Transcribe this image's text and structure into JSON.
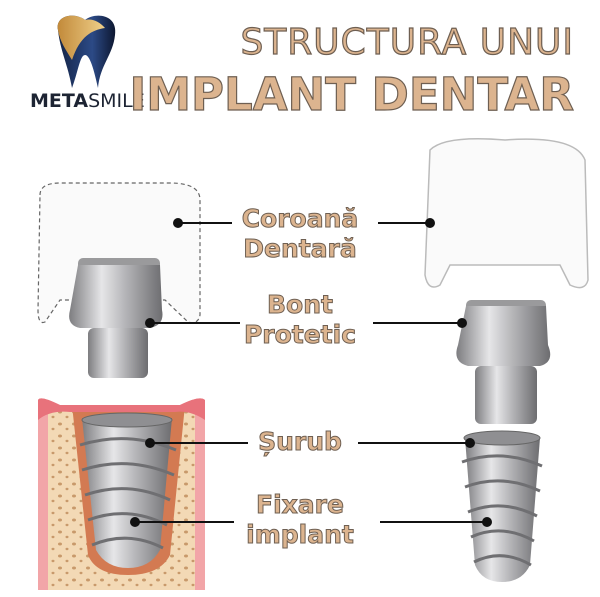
{
  "logo": {
    "bold": "META",
    "light": "SMILE"
  },
  "title": {
    "line1": "STRUCTURA UNUI",
    "line2": "IMPLANT DENTAR"
  },
  "labels": {
    "crown": [
      "Coroană",
      "Dentară"
    ],
    "abutment": [
      "Bont",
      "Protetic"
    ],
    "screw": "Șurub",
    "fixture": [
      "Fixare",
      "implant"
    ]
  },
  "colors": {
    "title_fill": "#dcb48f",
    "title_stroke": "#6e5f52",
    "gum": "#f2a5a8",
    "bone": "#f3d9b5",
    "metal": "#b9b9bb"
  }
}
